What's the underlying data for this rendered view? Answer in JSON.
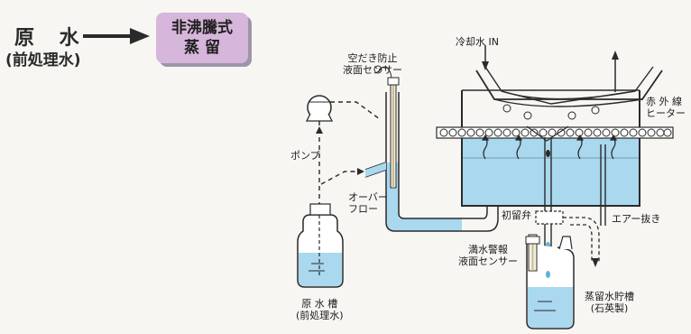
{
  "header": {
    "raw_water": "原 水",
    "raw_water_sub": "(前処理水)",
    "process_line1": "非沸騰式",
    "process_line2": "蒸 留"
  },
  "labels": {
    "dry_sensor_line1": "空だき防止",
    "dry_sensor_line2": "液面センサー",
    "cooling_water": "冷却水 IN",
    "infrared_line1": "赤 外 線",
    "infrared_line2": "ヒーター",
    "pump": "ポンプ",
    "overflow_line1": "オーバー",
    "overflow_line2": "フロー",
    "initial_valve": "初留弁",
    "air_vent": "エアー抜き",
    "full_sensor_line1": "満水警報",
    "full_sensor_line2": "液面センサー",
    "raw_tank_line1": "原 水 槽",
    "raw_tank_line2": "(前処理水)",
    "distilled_tank_line1": "蒸留水貯槽",
    "distilled_tank_line2": "(石英製)"
  },
  "colors": {
    "water": "#a9d8ef",
    "process_box": "#d6b6da",
    "line": "#2a2a2a"
  }
}
